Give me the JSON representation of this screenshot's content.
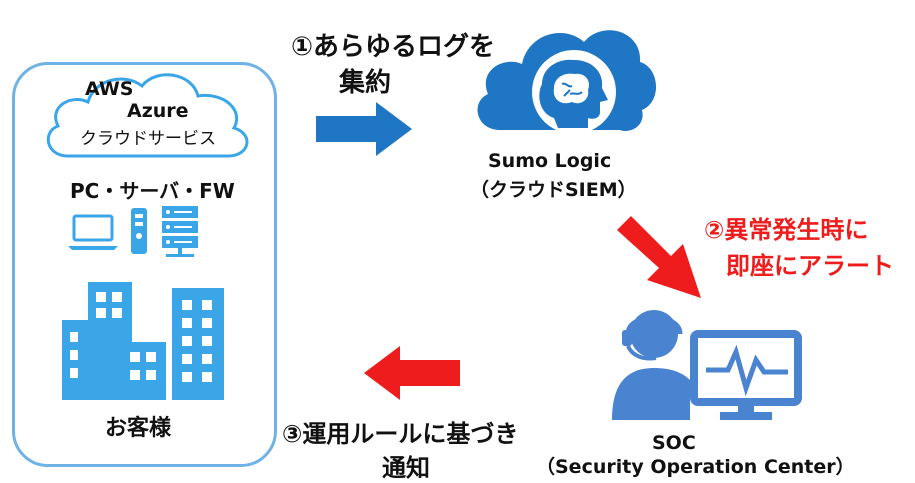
{
  "customer": {
    "cloud_line1": "AWS",
    "cloud_line2": "Azure",
    "cloud_line3": "クラウドサービス",
    "devices_label": "PC・サーバ・FW",
    "customer_label": "お客様"
  },
  "step1": {
    "line1": "①あらゆるログを",
    "line2": "集約"
  },
  "siem": {
    "name": "Sumo Logic",
    "sub": "（クラウドSIEM）"
  },
  "step2": {
    "line1": "②異常発生時に",
    "line2": "即座にアラート"
  },
  "soc": {
    "name": "SOC",
    "sub": "（Security Operation Center）"
  },
  "step3": {
    "line1": "③運用ルールに基づき",
    "line2": "通知"
  },
  "colors": {
    "accent_blue": "#1f76c4",
    "light_blue": "#3aa6e8",
    "box_border": "#6fb3e6",
    "alert_red": "#ee1c1c",
    "soc_blue": "#4a84d0"
  },
  "icons": [
    "cloud-outline-icon",
    "laptop-icon",
    "remote-icon",
    "server-rack-icon",
    "buildings-icon",
    "arrow-right-icon",
    "cloud-brain-icon",
    "arrow-down-right-icon",
    "operator-monitor-icon",
    "arrow-left-icon"
  ]
}
